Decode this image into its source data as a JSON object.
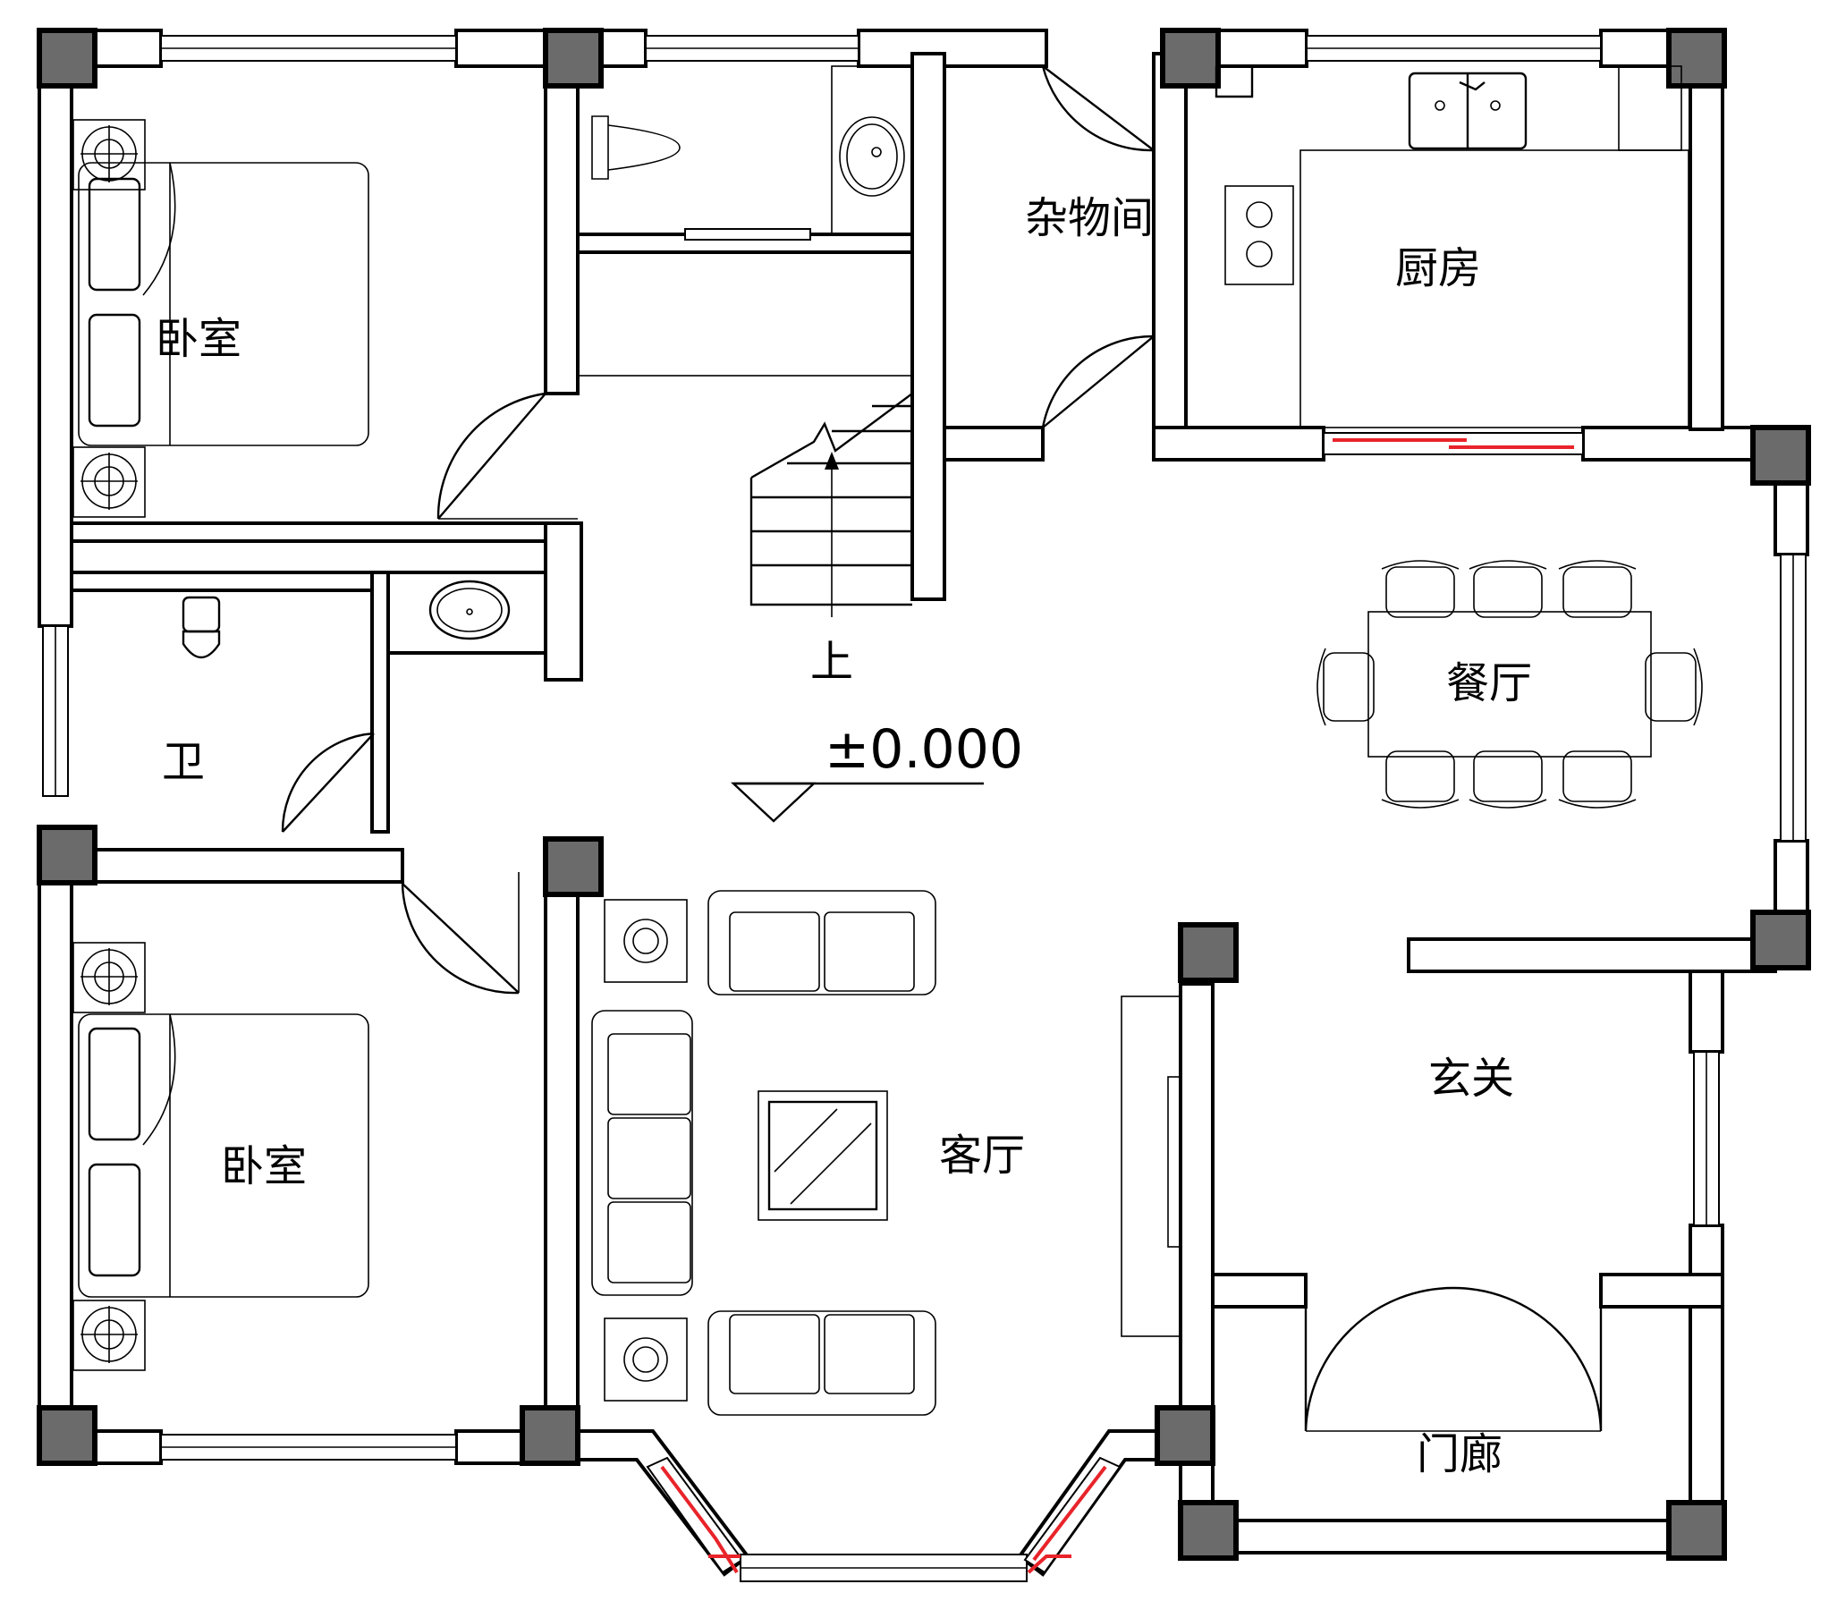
{
  "rooms": {
    "bedroom_top": "卧室",
    "bedroom_bottom": "卧室",
    "bathroom": "卫",
    "storage": "杂物间",
    "kitchen": "厨房",
    "dining": "餐厅",
    "living": "客厅",
    "foyer": "玄关",
    "porch": "门廊"
  },
  "stairs": {
    "direction_label": "上"
  },
  "elevation": {
    "label": "±0.000"
  },
  "colors": {
    "wall": "#000000",
    "column": "#6b6b6b",
    "glazing_accent": "#e8242a",
    "background": "#ffffff"
  }
}
